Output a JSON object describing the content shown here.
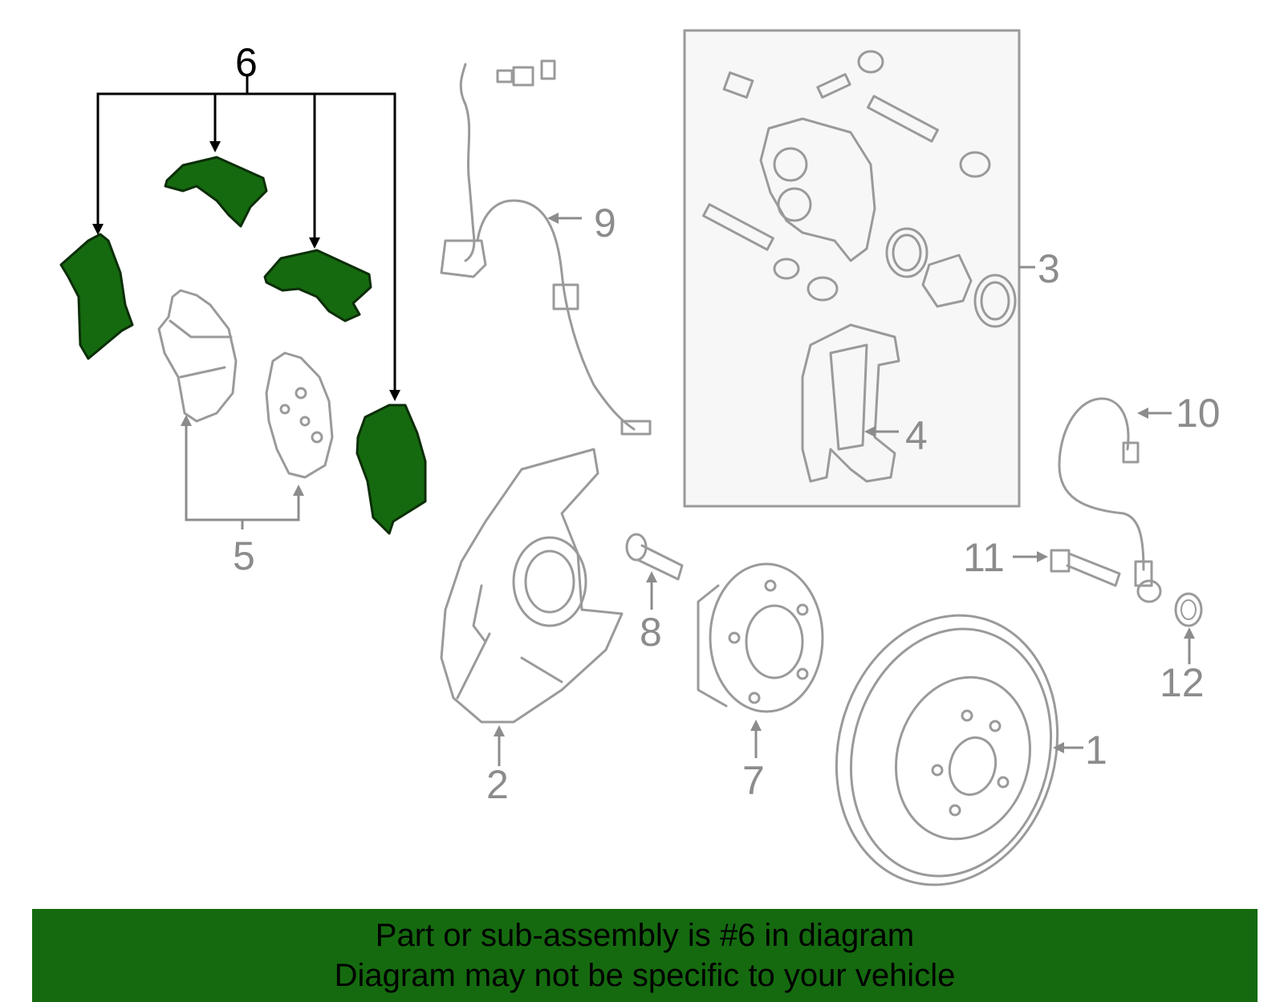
{
  "callouts": {
    "c1": "1",
    "c2": "2",
    "c3": "3",
    "c4": "4",
    "c5": "5",
    "c6": "6",
    "c7": "7",
    "c8": "8",
    "c9": "9",
    "c10": "10",
    "c11": "11",
    "c12": "12"
  },
  "highlighted_part": "6",
  "colors": {
    "highlight": "#156a0f",
    "line": "#9a9a9a",
    "label": "#8c8c8c"
  },
  "banner": {
    "line1": "Part or sub-assembly is #6 in diagram",
    "line2": "Diagram may not be specific to your vehicle"
  }
}
